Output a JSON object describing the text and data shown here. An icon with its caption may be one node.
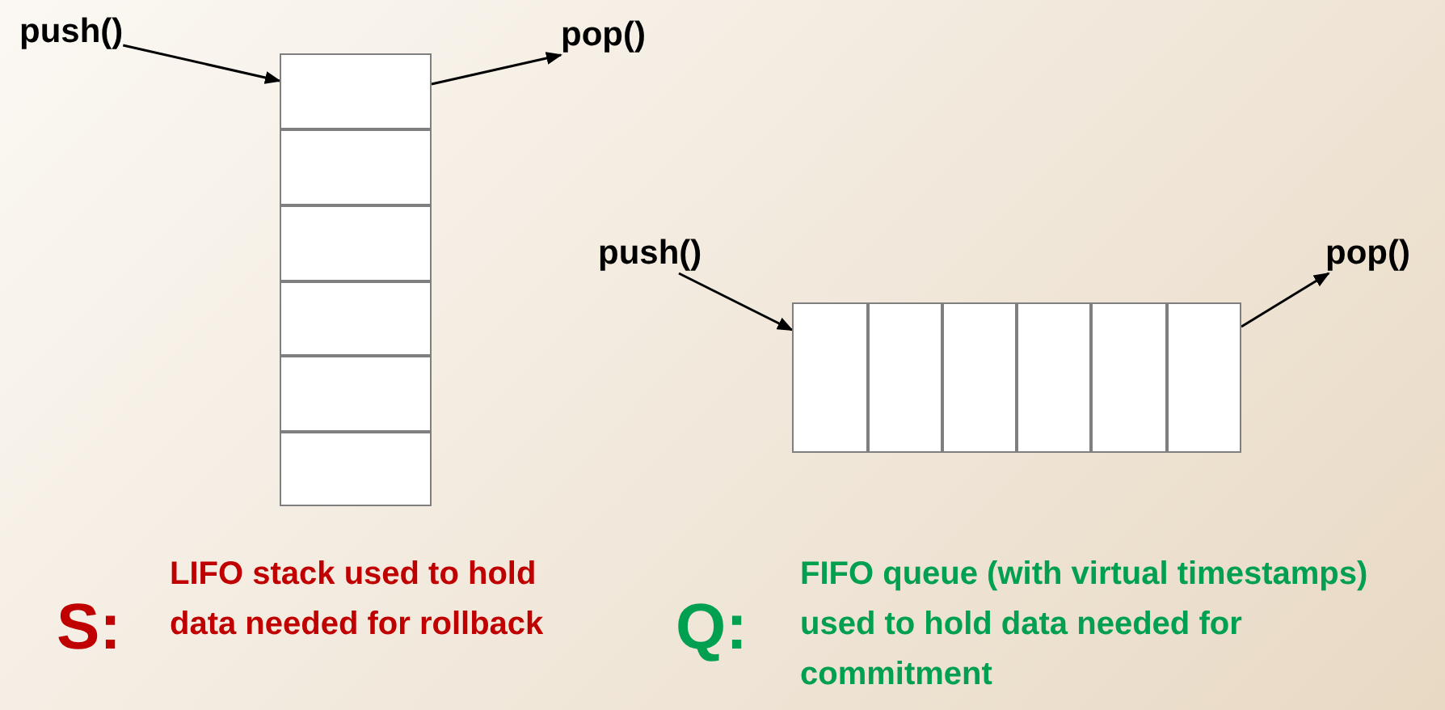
{
  "diagram": {
    "nodes": [
      {
        "text": [
          "push()"
        ]
      },
      {
        "text": [],
        "shape": "box"
      },
      {
        "text": [],
        "shape": "box"
      },
      {
        "text": [],
        "shape": "box"
      },
      {
        "text": [],
        "shape": "box"
      },
      {
        "text": [],
        "shape": "box"
      },
      {
        "text": [],
        "shape": "box"
      },
      {
        "text": [
          "pop()"
        ]
      },
      {
        "text": [
          "push()"
        ]
      },
      {
        "text": [],
        "shape": "box"
      },
      {
        "text": [],
        "shape": "box"
      },
      {
        "text": [],
        "shape": "box"
      },
      {
        "text": [],
        "shape": "box"
      },
      {
        "text": [],
        "shape": "box"
      },
      {
        "text": [],
        "shape": "box"
      },
      {
        "text": [
          "pop()"
        ]
      }
    ],
    "edges": [
      {
        "from": 0,
        "to": 1,
        "arrow": "to"
      },
      {
        "from": 1,
        "to": 7,
        "arrow": "to"
      },
      {
        "from": 8,
        "to": 9,
        "arrow": "to"
      },
      {
        "from": 14,
        "to": 15,
        "arrow": "to"
      }
    ],
    "labels": [
      "S:",
      "LIFO stack used to hold data needed for rollback",
      "Q:",
      "FIFO queue (with virtual timestamps) used to hold data needed for commitment"
    ]
  }
}
